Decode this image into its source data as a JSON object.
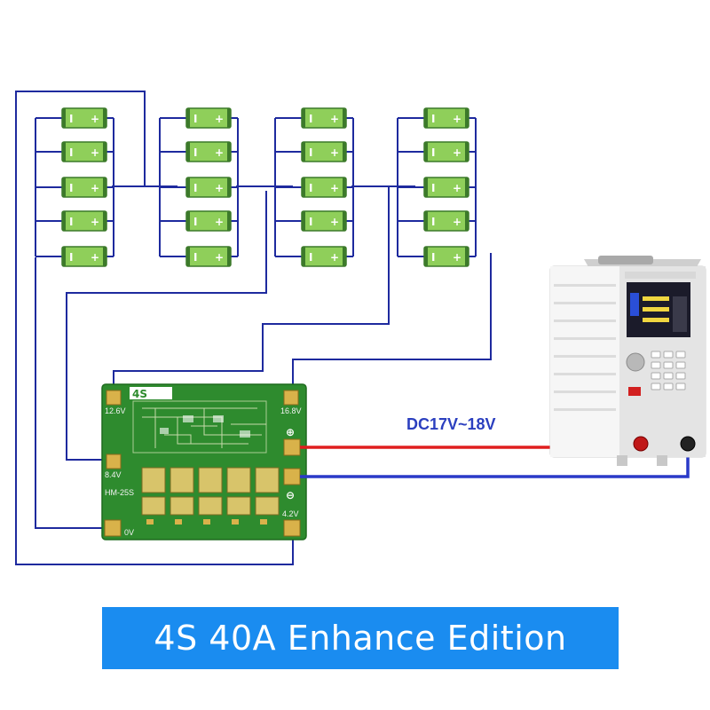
{
  "cells": {
    "plus_sign": "+",
    "minus_sign": "I",
    "groups": 4,
    "cells_per_group": 5
  },
  "bms_board": {
    "model": "4S",
    "part_label": "HM-25S",
    "taps": [
      {
        "label": "12.6V"
      },
      {
        "label": "16.8V"
      },
      {
        "label": "8.4V"
      },
      {
        "label": "0V"
      },
      {
        "label": "4.2V"
      }
    ],
    "plus_symbol": "⊕",
    "minus_symbol": "⊖"
  },
  "charger": {
    "voltage_label": "DC17V~18V"
  },
  "caption": {
    "text": "4S 40A Enhance Edition",
    "background_color": "#1a8cf0",
    "text_color": "#ffffff"
  },
  "colors": {
    "wire_blue": "#1e2a9e",
    "wire_positive": "#e01e1e",
    "wire_negative": "#2a3ac8",
    "pcb_green": "#2e8b2e",
    "cell_green": "#8fcf5a"
  }
}
